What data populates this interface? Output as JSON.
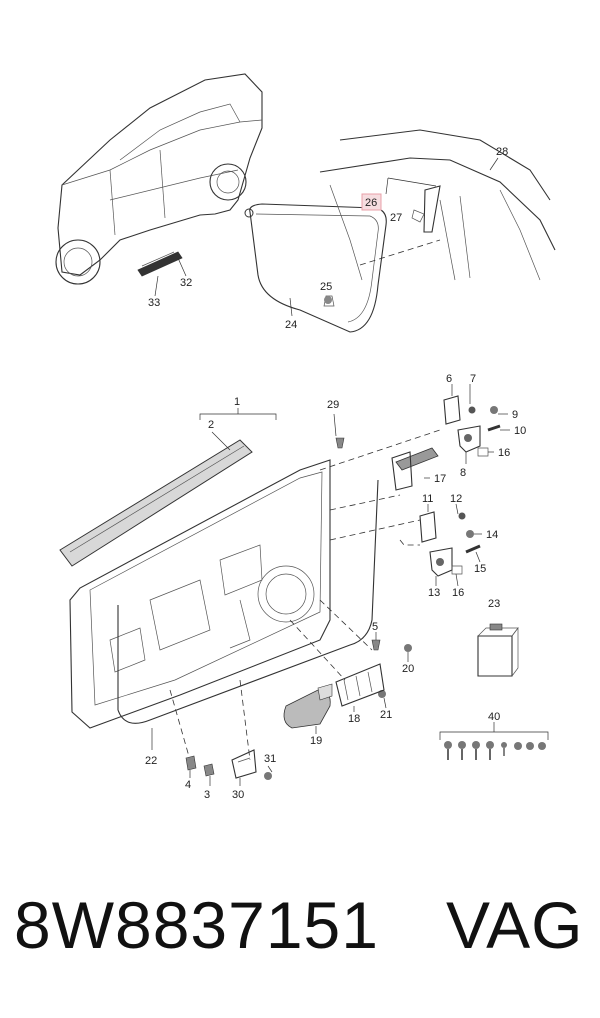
{
  "callouts": {
    "c1": "1",
    "c2": "2",
    "c3": "3",
    "c4": "4",
    "c5": "5",
    "c6": "6",
    "c7": "7",
    "c8": "8",
    "c9": "9",
    "c10": "10",
    "c11": "11",
    "c12": "12",
    "c13": "13",
    "c14": "14",
    "c15": "15",
    "c16a": "16",
    "c16b": "16",
    "c17": "17",
    "c18": "18",
    "c19": "19",
    "c20": "20",
    "c21": "21",
    "c22": "22",
    "c23": "23",
    "c24": "24",
    "c25": "25",
    "c26": "26",
    "c27": "27",
    "c28": "28",
    "c29": "29",
    "c30": "30",
    "c31": "31",
    "c32": "32",
    "c33": "33",
    "c40": "40"
  },
  "highlight_color": "#e8a0a8",
  "part_number": "8W8837151",
  "brand": "VAG"
}
